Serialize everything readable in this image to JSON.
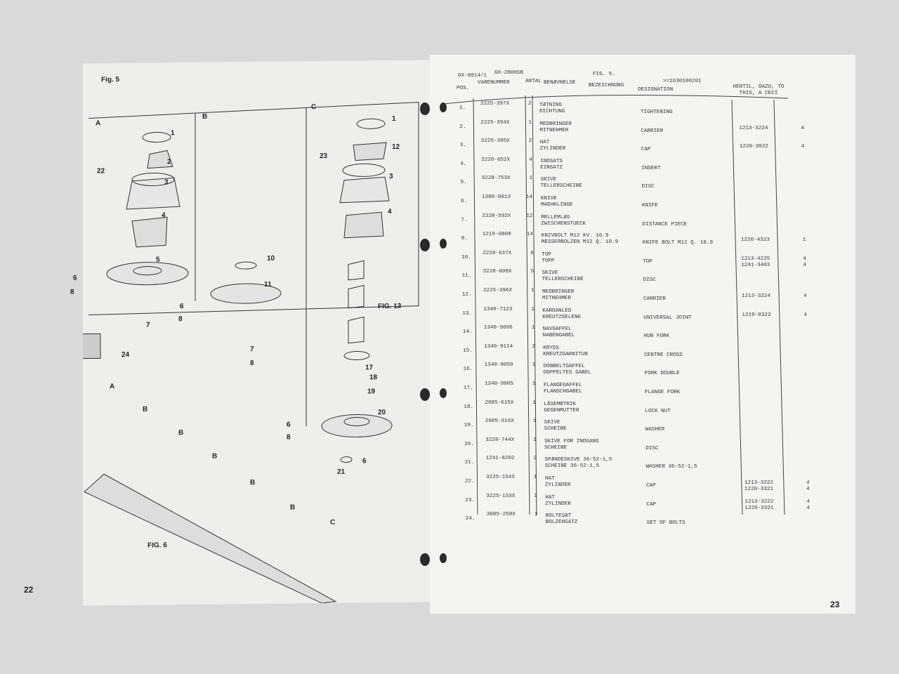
{
  "left_page": {
    "fig_title": "Fig. 5",
    "page_number": "22",
    "sections": [
      "A",
      "B",
      "C"
    ],
    "callouts": [
      "1",
      "2",
      "3",
      "4",
      "5",
      "6",
      "7",
      "8",
      "10",
      "11",
      "6",
      "8",
      "7",
      "8",
      "1",
      "12",
      "3",
      "4",
      "17",
      "18",
      "19",
      "20",
      "6",
      "8",
      "21",
      "6",
      "22",
      "23",
      "24"
    ],
    "fig13": "FIG. 13",
    "fig6": "FIG. 6",
    "bar_labels": [
      "A",
      "B",
      "B",
      "B",
      "B",
      "B",
      "C"
    ]
  },
  "right_page": {
    "page_number": "23",
    "header": {
      "doc_no": "GX-0014/1",
      "model": "GX-2800SB",
      "fig": "FIG.   5.",
      "code": ">=1630100201"
    },
    "columns": [
      "POS.",
      "VARENUMMER",
      "ANTAL",
      "BENÆVNELSE",
      "BEZEICHNUNG",
      "DESIGNATION",
      "HERTIL, DAZU, TO THIS, A CECI"
    ],
    "rows": [
      {
        "pos": "1.",
        "part": "2225-397X",
        "qty": "2",
        "dk": "TÆTNING",
        "de": "DICHTUNG",
        "en": "TIGHTENING",
        "ref": []
      },
      {
        "pos": "2.",
        "part": "2225-394X",
        "qty": "1",
        "dk": "MEDBRINGER",
        "de": "MITNEHMER",
        "en": "CARRIER",
        "ref": [
          [
            "1213-3224",
            "4"
          ]
        ]
      },
      {
        "pos": "3.",
        "part": "3225-395X",
        "qty": "2",
        "dk": "HAT",
        "de": "ZYLINDER",
        "en": "CAP",
        "ref": [
          [
            "1220-3922",
            "4"
          ]
        ]
      },
      {
        "pos": "4.",
        "part": "2228-652X",
        "qty": "4",
        "dk": "INDSATS",
        "de": "EINSATZ",
        "en": "INSERT",
        "ref": []
      },
      {
        "pos": "5.",
        "part": "3228-753X",
        "qty": "1",
        "dk": "SKIVE",
        "de": "TELLERSCHEIBE",
        "en": "DISC",
        "ref": []
      },
      {
        "pos": "6.",
        "part": "1380-0013",
        "qty": "14",
        "dk": "KNIVE",
        "de": "MAEHKLINGE",
        "en": "KNIFE",
        "ref": []
      },
      {
        "pos": "7.",
        "part": "2228-592X",
        "qty": "12",
        "dk": "MELLEMLÆG",
        "de": "ZWISCHENSTUECK",
        "en": "DISTANCE PIECE",
        "ref": []
      },
      {
        "pos": "8.",
        "part": "1219-0809",
        "qty": "14",
        "dk": "KNIVBOLT M12 KV. 10.9",
        "de": "MESSERBOLZEN M12 Q. 10.9",
        "en": "KNIFE BOLT M12 Q. 10.9",
        "ref": [
          [
            "1220-4323",
            "1"
          ]
        ]
      },
      {
        "pos": "10.",
        "part": "2228-637X",
        "qty": "6",
        "dk": "TOP",
        "de": "TOPP",
        "en": "TOP",
        "ref": [
          [
            "1213-4225",
            "4"
          ],
          [
            "1241-3403",
            "4"
          ]
        ]
      },
      {
        "pos": "11.",
        "part": "3228-608X",
        "qty": "5",
        "dk": "SKIVE",
        "de": "TELLERSCHEIBE",
        "en": "DISC",
        "ref": []
      },
      {
        "pos": "12.",
        "part": "2225-396X",
        "qty": "1",
        "dk": "MEDBRINGER",
        "de": "MITNEHMER",
        "en": "CARRIER",
        "ref": [
          [
            "1213-3224",
            "4"
          ]
        ]
      },
      {
        "pos": "13.",
        "part": "1340-7123",
        "qty": "1",
        "dk": "KARDANLED",
        "de": "KREUTZGELENK",
        "en": "UNIVERSAL JOINT",
        "ref": [
          [
            "1219-0323",
            "4"
          ]
        ]
      },
      {
        "pos": "14.",
        "part": "1340-9006",
        "qty": "1",
        "dk": "NAVGAFFEL",
        "de": "NABENGABEL",
        "en": "HUB FORK",
        "ref": []
      },
      {
        "pos": "15.",
        "part": "1340-9114",
        "qty": "2",
        "dk": "KRYDS",
        "de": "KREUTZGARNITUR",
        "en": "CENTRE CROSS",
        "ref": []
      },
      {
        "pos": "16.",
        "part": "1340-9059",
        "qty": "1",
        "dk": "DOBBELTGAFFEL",
        "de": "DOPPELTES GABEL",
        "en": "FORK DOUBLE",
        "ref": []
      },
      {
        "pos": "17.",
        "part": "1340-9005",
        "qty": "1",
        "dk": "FLANGEGAFFEL",
        "de": "FLANSCHGABEL",
        "en": "FLANGE FORK",
        "ref": []
      },
      {
        "pos": "18.",
        "part": "2085-615X",
        "qty": "1",
        "dk": "LÅSEMØTRIK",
        "de": "GEGENMUTTER",
        "en": "LOCK NUT",
        "ref": []
      },
      {
        "pos": "19.",
        "part": "2085-616X",
        "qty": "1",
        "dk": "SKIVE",
        "de": "SCHEIBE",
        "en": "WASHER",
        "ref": []
      },
      {
        "pos": "20.",
        "part": "3228-744X",
        "qty": "1",
        "dk": "SKIVE FOR INDGANG",
        "de": "SCHEIBE",
        "en": "DISC",
        "ref": []
      },
      {
        "pos": "21.",
        "part": "1241-8202",
        "qty": "2",
        "dk": "SPÆNDESKIVE 36-52-1,5",
        "de": "SCHEIBE 36-52-1,5",
        "en": "WASHER 36-52-1,5",
        "ref": []
      },
      {
        "pos": "22.",
        "part": "3225-154X",
        "qty": "1",
        "dk": "HAT",
        "de": "ZYLINDER",
        "en": "CAP",
        "ref": [
          [
            "1213-3222",
            "4"
          ],
          [
            "1220-3321",
            "4"
          ]
        ]
      },
      {
        "pos": "23.",
        "part": "3225-153X",
        "qty": "1",
        "dk": "HAT",
        "de": "ZYLINDER",
        "en": "CAP",
        "ref": [
          [
            "1213-3222",
            "4"
          ],
          [
            "1220-3321",
            "4"
          ]
        ]
      },
      {
        "pos": "24.",
        "part": "3085-258X",
        "qty": "1",
        "dk": "BOLTESÆT",
        "de": "BOLZENSATZ",
        "en": "SET OF BOLTS",
        "ref": []
      }
    ]
  }
}
